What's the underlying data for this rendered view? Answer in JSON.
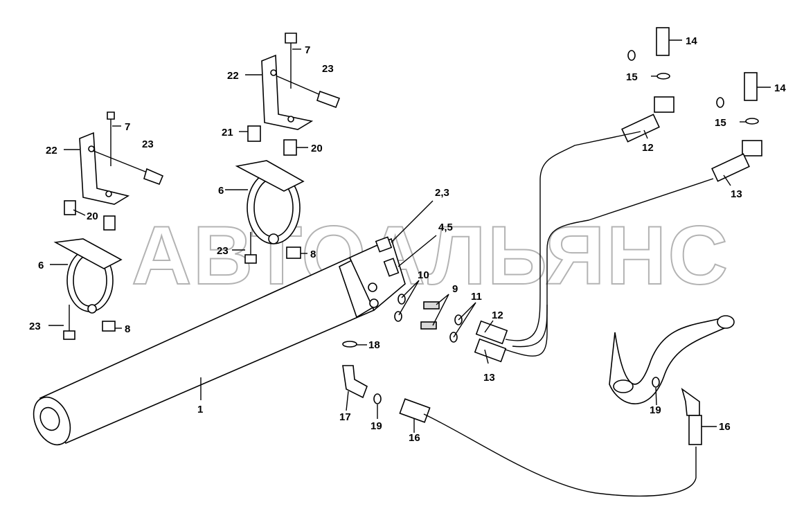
{
  "watermark": "АВТОАЛЬЯНС",
  "labels": {
    "l1": "1",
    "l23a": "2,3",
    "l45": "4,5",
    "l6a": "6",
    "l6b": "6",
    "l7a": "7",
    "l7b": "7",
    "l8a": "8",
    "l8b": "8",
    "l9": "9",
    "l10": "10",
    "l11": "11",
    "l12a": "12",
    "l12b": "12",
    "l13a": "13",
    "l13b": "13",
    "l14a": "14",
    "l14b": "14",
    "l15a": "15",
    "l15b": "15",
    "l16a": "16",
    "l16b": "16",
    "l17": "17",
    "l18": "18",
    "l19a": "19",
    "l19b": "19",
    "l20a": "20",
    "l20b": "20",
    "l21": "21",
    "l22a": "22",
    "l22b": "22",
    "l23b1": "23",
    "l23b2": "23",
    "l23c1": "23",
    "l23c2": "23"
  }
}
